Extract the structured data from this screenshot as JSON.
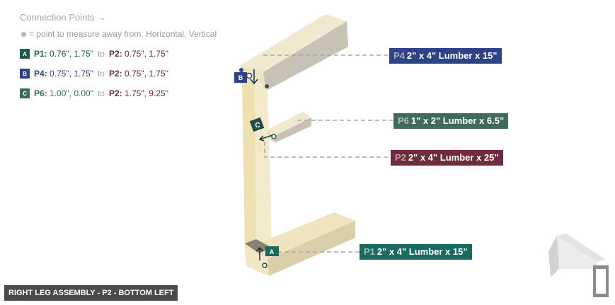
{
  "connection_points": {
    "title": "Connection Points →",
    "legend": "= point to measure away from. Horizontal, Vertical",
    "rows": [
      {
        "badge": "A",
        "color": "#1d5c52",
        "from_part": "P1:",
        "from_coords": "0.76\", 1.75\"",
        "to": "to",
        "to_part": "P2:",
        "to_coords": "0.75\", 1.75\"",
        "from_color": "#1d5c52"
      },
      {
        "badge": "B",
        "color": "#2e4384",
        "from_part": "P4:",
        "from_coords": "0.75\", 1.75\"",
        "to": "to",
        "to_part": "P2:",
        "to_coords": "0.75\", 1.75\"",
        "from_color": "#2e4384"
      },
      {
        "badge": "C",
        "color": "#3a6a5c",
        "from_part": "P6:",
        "from_coords": "1.00\", 0.00\"",
        "to": "to",
        "to_part": "P2:",
        "to_coords": "1.75\", 9.25\"",
        "from_color": "#3a6a5c"
      }
    ],
    "to_color": "#6b2a3a"
  },
  "parts": [
    {
      "id": "P4",
      "label": "2\" x 4\" Lumber  x 15\"",
      "color": "#2e4384"
    },
    {
      "id": "P6",
      "label": "1\" x 2\" Lumber x 6.5\"",
      "color": "#3f6b5b"
    },
    {
      "id": "P2",
      "label": "2\" x 4\" Lumber  x 25\"",
      "color": "#6e2c3c"
    },
    {
      "id": "P1",
      "label": "2\" x 4\" Lumber  x 15\"",
      "color": "#1a6a5e"
    }
  ],
  "markers": {
    "A": "A",
    "B": "B",
    "C": "C"
  },
  "footer": "RIGHT LEG ASSEMBLY - P2 - BOTTOM LEFT",
  "colors": {
    "wood_light": "#f1e9c6",
    "wood_mid": "#e9dfb3",
    "wood_shadow": "#cdc6a6",
    "board_gray": "#c4c0b4"
  }
}
